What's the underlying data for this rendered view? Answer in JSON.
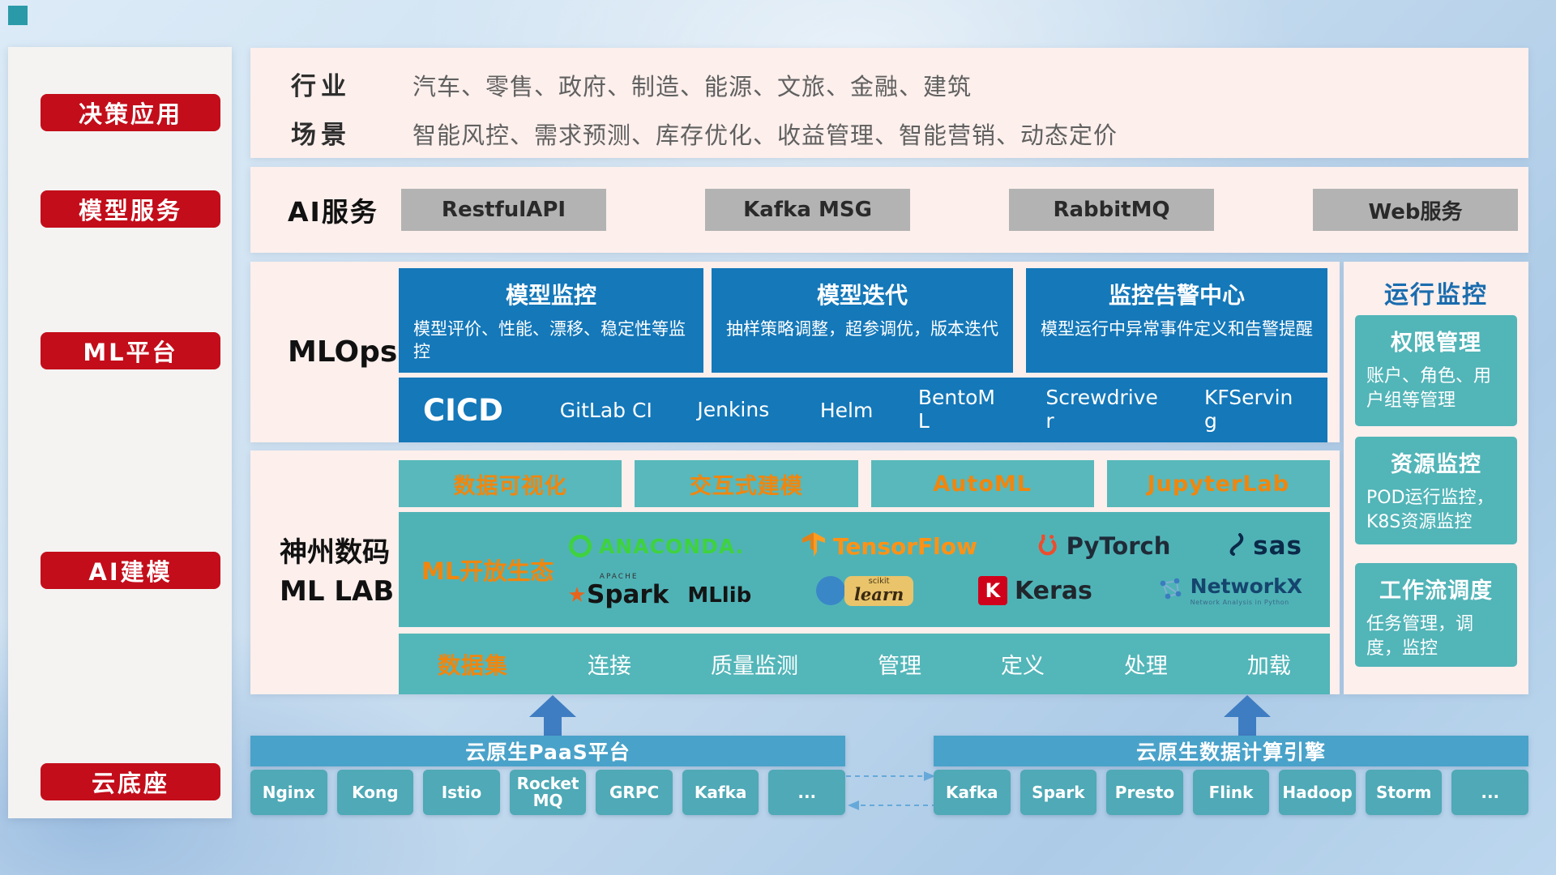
{
  "palette": {
    "accent_red": "#c30d1a",
    "panel_pink": "#fcefec",
    "card_blue": "#1478b9",
    "teal": "#53b6b9",
    "orange_text": "#f0860e",
    "bottom_bar_blue": "#49a2c9",
    "arrow_blue": "#3f7dc2"
  },
  "sidebar": {
    "items": [
      {
        "label": "决策应用"
      },
      {
        "label": "模型服务"
      },
      {
        "label": "ML平台"
      },
      {
        "label": "AI建模"
      },
      {
        "label": "云底座"
      }
    ]
  },
  "industry": {
    "rows": [
      {
        "title": "行业",
        "text": "汽车、零售、政府、制造、能源、文旅、金融、建筑"
      },
      {
        "title": "场景",
        "text": "智能风控、需求预测、库存优化、收益管理、智能营销、动态定价"
      }
    ]
  },
  "ai_service": {
    "label": "AI服务",
    "buttons": [
      "RestfulAPI",
      "Kafka MSG",
      "RabbitMQ",
      "Web服务"
    ]
  },
  "mlops": {
    "label": "MLOps",
    "cards": [
      {
        "title": "模型监控",
        "body": "模型评价、性能、漂移、稳定性等监控"
      },
      {
        "title": "模型迭代",
        "body": "抽样策略调整，超参调优，版本迭代"
      },
      {
        "title": "监控告警中心",
        "body": "模型运行中异常事件定义和告警提醒"
      }
    ],
    "cicd": {
      "title": "CICD",
      "items": [
        "GitLab CI",
        "Jenkins",
        "Helm",
        "BentoML",
        "Screwdriver",
        "KFServing"
      ]
    }
  },
  "mllab": {
    "label_line1": "神州数码",
    "label_line2": "ML LAB",
    "tools": [
      "数据可视化",
      "交互式建模",
      "AutoML",
      "JupyterLab"
    ],
    "ecosystem": {
      "label": "ML开放生态",
      "logos": {
        "anaconda": "ANACONDA.",
        "tensorflow": "TensorFlow",
        "pytorch": "PyTorch",
        "sas": "sas",
        "spark_apache": "APACHE",
        "spark": "Spark",
        "mllib": "MLlib",
        "scikit_top": "scikit",
        "scikit_name": "learn",
        "keras_letter": "K",
        "keras": "Keras",
        "networkx": "NetworkX",
        "networkx_sub": "Network Analysis in Python"
      }
    },
    "data_row": {
      "label": "数据集",
      "items": [
        "连接",
        "质量监测",
        "管理",
        "定义",
        "处理",
        "加载"
      ]
    }
  },
  "monitoring": {
    "title": "运行监控",
    "cards": [
      {
        "title": "权限管理",
        "body": "账户、角色、用户组等管理"
      },
      {
        "title": "资源监控",
        "body": "POD运行监控，K8S资源监控"
      },
      {
        "title": "工作流调度",
        "body": "任务管理，调度，监控"
      }
    ]
  },
  "bottom": {
    "paas": {
      "title": "云原生PaaS平台",
      "items": [
        "Nginx",
        "Kong",
        "Istio",
        "RocketMQ",
        "GRPC",
        "Kafka",
        "..."
      ]
    },
    "engine": {
      "title": "云原生数据计算引擎",
      "items": [
        "Kafka",
        "Spark",
        "Presto",
        "Flink",
        "Hadoop",
        "Storm",
        "..."
      ]
    }
  }
}
